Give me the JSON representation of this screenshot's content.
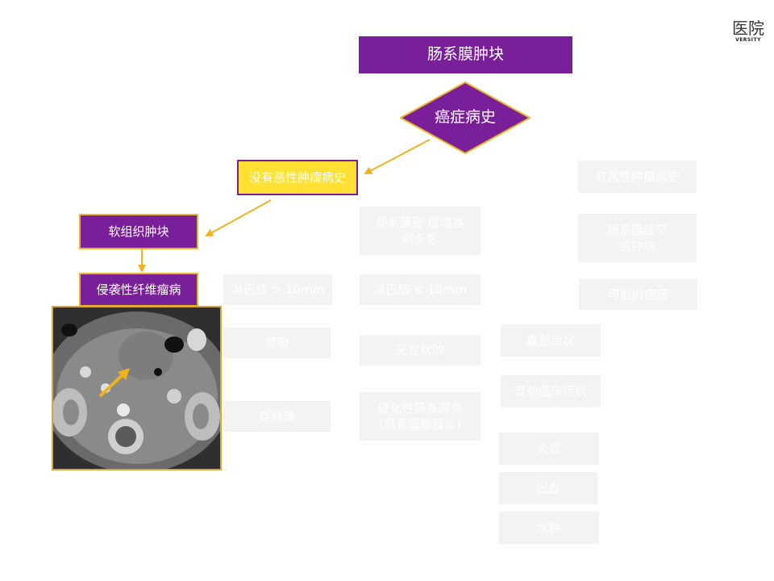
{
  "logo": {
    "mark": "医院",
    "sub": "VERSITY"
  },
  "nodes": {
    "root": "肠系膜肿块",
    "decision": "癌症病史",
    "no_history": "没有恶性肿瘤病史",
    "soft_tissue": "软组织肿块",
    "fibromatosis": "侵袭性纤维瘤病",
    "has_history": "有恶性肿瘤病史",
    "mesentery_density": "肠系膜密 度增高\n索条影",
    "nodes_small": "淋巴结 < 10mm",
    "no_symptom": "无症状的",
    "sclerosing": "硬化性肠系膜炎\n(肠系膜脂膜炎)",
    "nodule": "肠系膜结节\n或肿块",
    "possible_cancer": "可能的癌病",
    "abdominal_symptom": "腹部症状",
    "other_symptom": "其他临床症状",
    "inflammation": "炎症",
    "hemorrhage": "出血",
    "edema": "水肿",
    "nodes_large": "淋巴结 > 10mm",
    "infection": "感染",
    "disease": "疾病谱"
  },
  "colors": {
    "purple": "#7a1f9a",
    "yellow": "#ffe033",
    "gold_border": "#e8b52a",
    "arrow": "#f0b31d",
    "ghost": "#f3f3f3"
  },
  "ct_image": {
    "icon": "ct-scan-image",
    "arrow_color": "#f0b31d"
  }
}
